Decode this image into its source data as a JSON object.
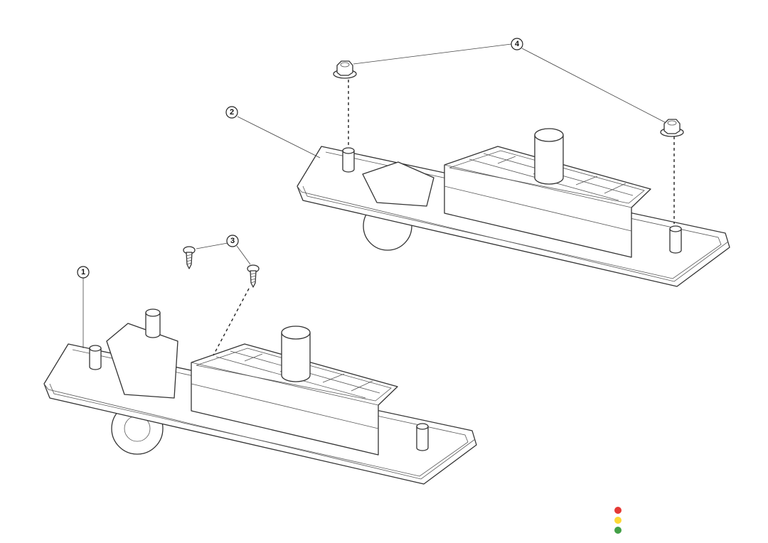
{
  "callouts": [
    {
      "number": "1",
      "part": "camera-assembly"
    },
    {
      "number": "2",
      "part": "camera-assembly-mounted"
    },
    {
      "number": "3",
      "part": "screws"
    },
    {
      "number": "4",
      "part": "nuts"
    }
  ],
  "status_dots": [
    {
      "name": "red",
      "color": "#e53935"
    },
    {
      "name": "yellow",
      "color": "#fdd835"
    },
    {
      "name": "green",
      "color": "#43a047"
    }
  ]
}
